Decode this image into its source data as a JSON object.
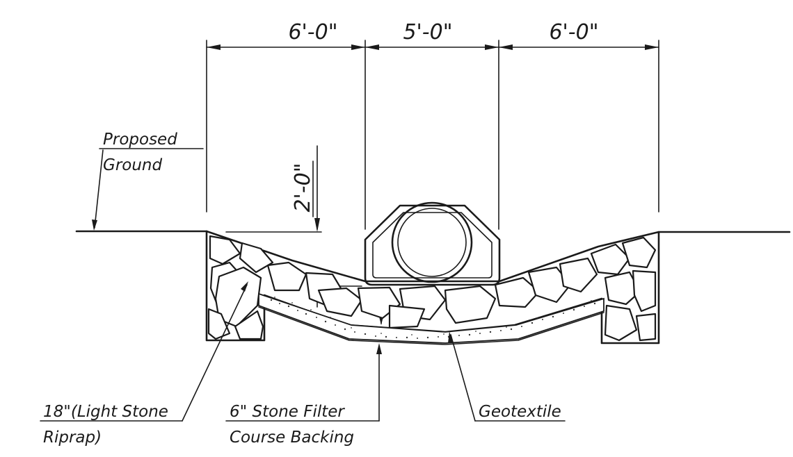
{
  "dimensions": {
    "left_width": "6'-0\"",
    "center_width": "5'-0\"",
    "right_width": "6'-0\"",
    "depth": "2'-0\""
  },
  "labels": {
    "proposed_ground_line1": "Proposed",
    "proposed_ground_line2": "Ground",
    "riprap_line1": "18\"(Light Stone",
    "riprap_line2": "Riprap)",
    "filter_line1": "6\" Stone Filter",
    "filter_line2": "Course Backing",
    "geotextile": "Geotextile"
  }
}
